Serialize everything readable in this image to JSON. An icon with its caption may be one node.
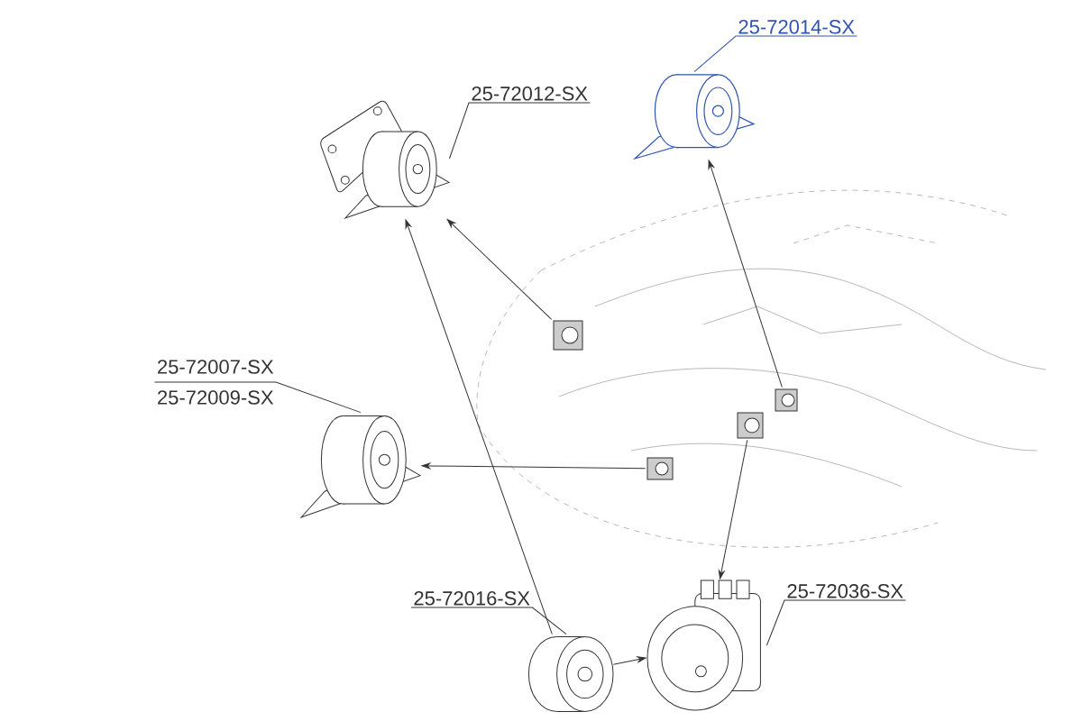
{
  "diagram": {
    "nodes": [
      {
        "text": [
          "25-72012-SX"
        ]
      },
      {
        "text": [],
        "shape": "picture"
      },
      {
        "text": [
          "25-72014-SX"
        ]
      },
      {
        "text": [],
        "shape": "picture"
      },
      {
        "text": [
          "25-72007-SX",
          "25-72009-SX"
        ]
      },
      {
        "text": [],
        "shape": "picture"
      },
      {
        "text": [
          "25-72016-SX"
        ]
      },
      {
        "text": [],
        "shape": "picture"
      },
      {
        "text": [
          "25-72036-SX"
        ]
      },
      {
        "text": [],
        "shape": "picture"
      },
      {
        "text": [],
        "shape": "picture"
      },
      {
        "text": [],
        "shape": "picture"
      },
      {
        "text": [],
        "shape": "picture"
      },
      {
        "text": [],
        "shape": "picture"
      }
    ],
    "edges": [
      {
        "from": 0,
        "to": 1,
        "arrow": "none"
      },
      {
        "from": 2,
        "to": 3,
        "arrow": "none",
        "color": "#2f55b0"
      },
      {
        "from": 4,
        "to": 5,
        "arrow": "none"
      },
      {
        "from": 6,
        "to": 7,
        "arrow": "none"
      },
      {
        "from": 8,
        "to": 9,
        "arrow": "none"
      },
      {
        "from": 10,
        "to": 1,
        "arrow": "to"
      },
      {
        "from": 11,
        "to": 3,
        "arrow": "to"
      },
      {
        "from": 12,
        "to": 9,
        "arrow": "to"
      },
      {
        "from": 13,
        "to": 5,
        "arrow": "to"
      },
      {
        "from": 7,
        "to": 1,
        "arrow": "to"
      },
      {
        "from": 7,
        "to": 9,
        "arrow": "to"
      }
    ]
  }
}
